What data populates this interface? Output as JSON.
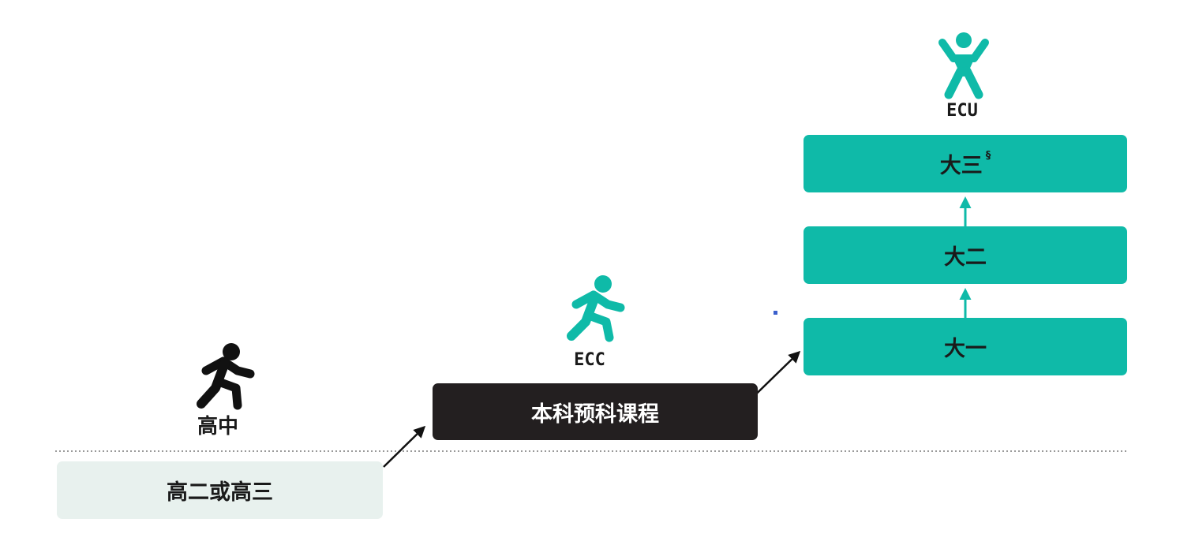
{
  "stages": {
    "high_school": {
      "label": "高中",
      "box": "高二或高三"
    },
    "ecc": {
      "label": "ECC",
      "box": "本科预科课程"
    },
    "ecu": {
      "label": "ECU",
      "year1": "大一",
      "year2": "大二",
      "year3": "大三",
      "year3_mark": "§"
    }
  },
  "colors": {
    "teal": "#0fbaa8",
    "dark": "#231f20",
    "light_green": "#e8f1ee",
    "text": "#1a1a1a",
    "arrow": "#111111",
    "dotted_line": "#9a9a9a"
  },
  "icons": {
    "high_school": "running-person-icon",
    "ecc": "running-person-icon",
    "ecu": "celebrating-person-icon"
  }
}
